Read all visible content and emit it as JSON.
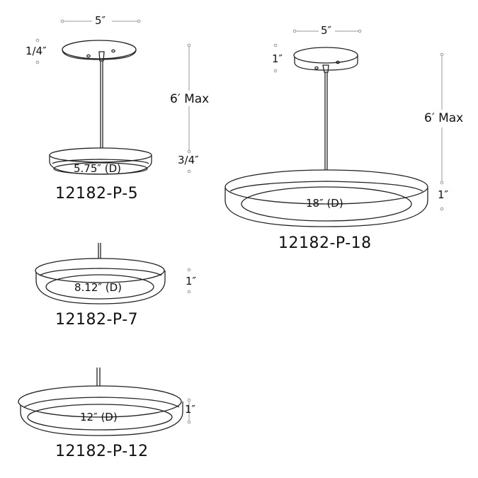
{
  "diagram": {
    "background": "#ffffff",
    "stroke_color": "#222222",
    "dim_line_color": "#999999",
    "fixtures": [
      {
        "model": "12182-P-5",
        "diameter_label": "5.75″ (D)",
        "height_label": "3/4″",
        "canopy_width_label": "5″",
        "canopy_height_label": "1/4″",
        "suspension_label": "6′ Max"
      },
      {
        "model": "12182-P-18",
        "diameter_label": "18″ (D)",
        "height_label": "1″",
        "canopy_width_label": "5″",
        "canopy_height_label": "1″",
        "suspension_label": "6′ Max"
      },
      {
        "model": "12182-P-7",
        "diameter_label": "8.12″ (D)",
        "height_label": "1″"
      },
      {
        "model": "12182-P-12",
        "diameter_label": "12″ (D)",
        "height_label": "1″"
      }
    ]
  }
}
